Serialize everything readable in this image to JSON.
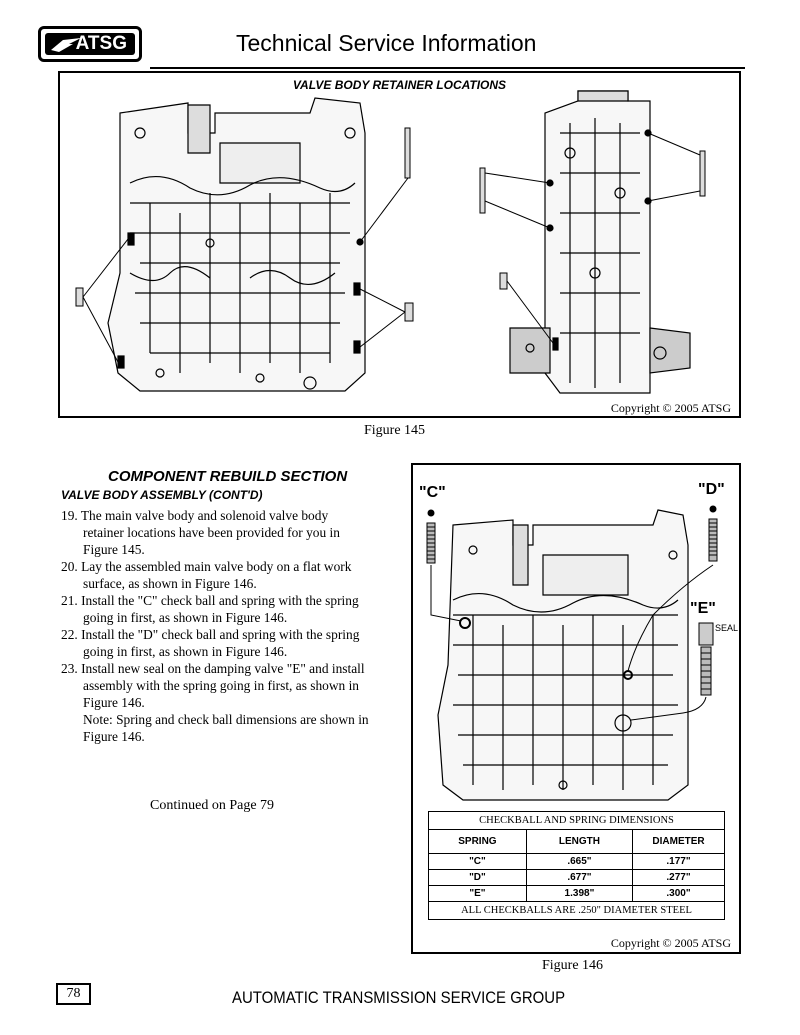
{
  "header": {
    "logo_text": "ATSG",
    "title": "Technical Service Information"
  },
  "figure145": {
    "title": "VALVE BODY RETAINER LOCATIONS",
    "copyright": "Copyright © 2005 ATSG",
    "caption": "Figure 145"
  },
  "section": {
    "title": "COMPONENT REBUILD SECTION",
    "subtitle": "VALVE BODY ASSEMBLY (CONT'D)",
    "steps": [
      "19. The main valve body and solenoid valve body retainer locations have been provided for you in Figure 145.",
      "20. Lay the assembled main valve body on a flat work surface, as shown in Figure 146.",
      "21. Install the \"C\" check ball and spring with the spring going in first, as shown in Figure 146.",
      "22. Install the \"D\" check ball and spring with the spring going in first, as shown in Figure 146.",
      "23. Install new seal on the damping valve \"E\" and install assembly with the spring going in first, as shown in Figure 146."
    ],
    "note": "Note: Spring and check ball dimensions are shown in Figure 146.",
    "continued": "Continued on Page 79"
  },
  "figure146": {
    "label_c": "\"C\"",
    "label_d": "\"D\"",
    "label_e": "\"E\"",
    "seal_label": "SEAL",
    "table": {
      "title": "CHECKBALL AND SPRING DIMENSIONS",
      "headers": [
        "SPRING",
        "LENGTH",
        "DIAMETER"
      ],
      "rows": [
        [
          "\"C\"",
          ".665\"",
          ".177\""
        ],
        [
          "\"D\"",
          ".677\"",
          ".277\""
        ],
        [
          "\"E\"",
          "1.398\"",
          ".300\""
        ]
      ],
      "footer": "ALL CHECKBALLS ARE .250\" DIAMETER STEEL"
    },
    "copyright": "Copyright © 2005 ATSG",
    "caption": "Figure 146"
  },
  "footer": {
    "page_number": "78",
    "org": "AUTOMATIC TRANSMISSION SERVICE GROUP"
  }
}
